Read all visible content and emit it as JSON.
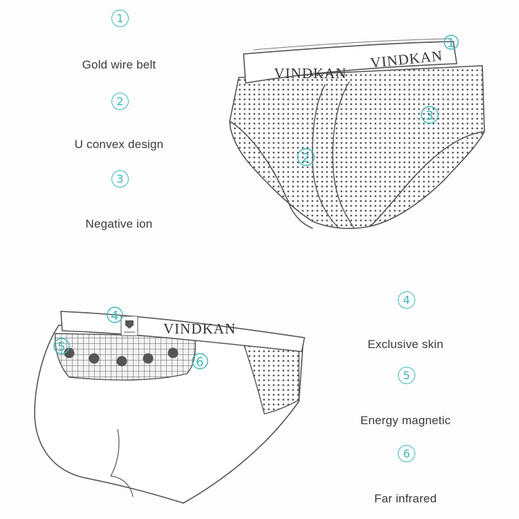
{
  "left_features": [
    {
      "number": "1",
      "label": "Gold wire belt"
    },
    {
      "number": "2",
      "label": "U convex design"
    },
    {
      "number": "3",
      "label": "Negative ion"
    }
  ],
  "right_features": [
    {
      "number": "4",
      "label": "Exclusive skin"
    },
    {
      "number": "5",
      "label": "Energy magnetic"
    },
    {
      "number": "6",
      "label": "Far infrared"
    }
  ],
  "front_illustration": {
    "brand_left": "VINDKAN",
    "brand_right": "VINDKAN",
    "markers": [
      "1",
      "2",
      "3"
    ]
  },
  "back_illustration": {
    "brand": "VINDKAN",
    "markers": [
      "4",
      "5",
      "6"
    ]
  },
  "accent_color": "#3cb8b8"
}
